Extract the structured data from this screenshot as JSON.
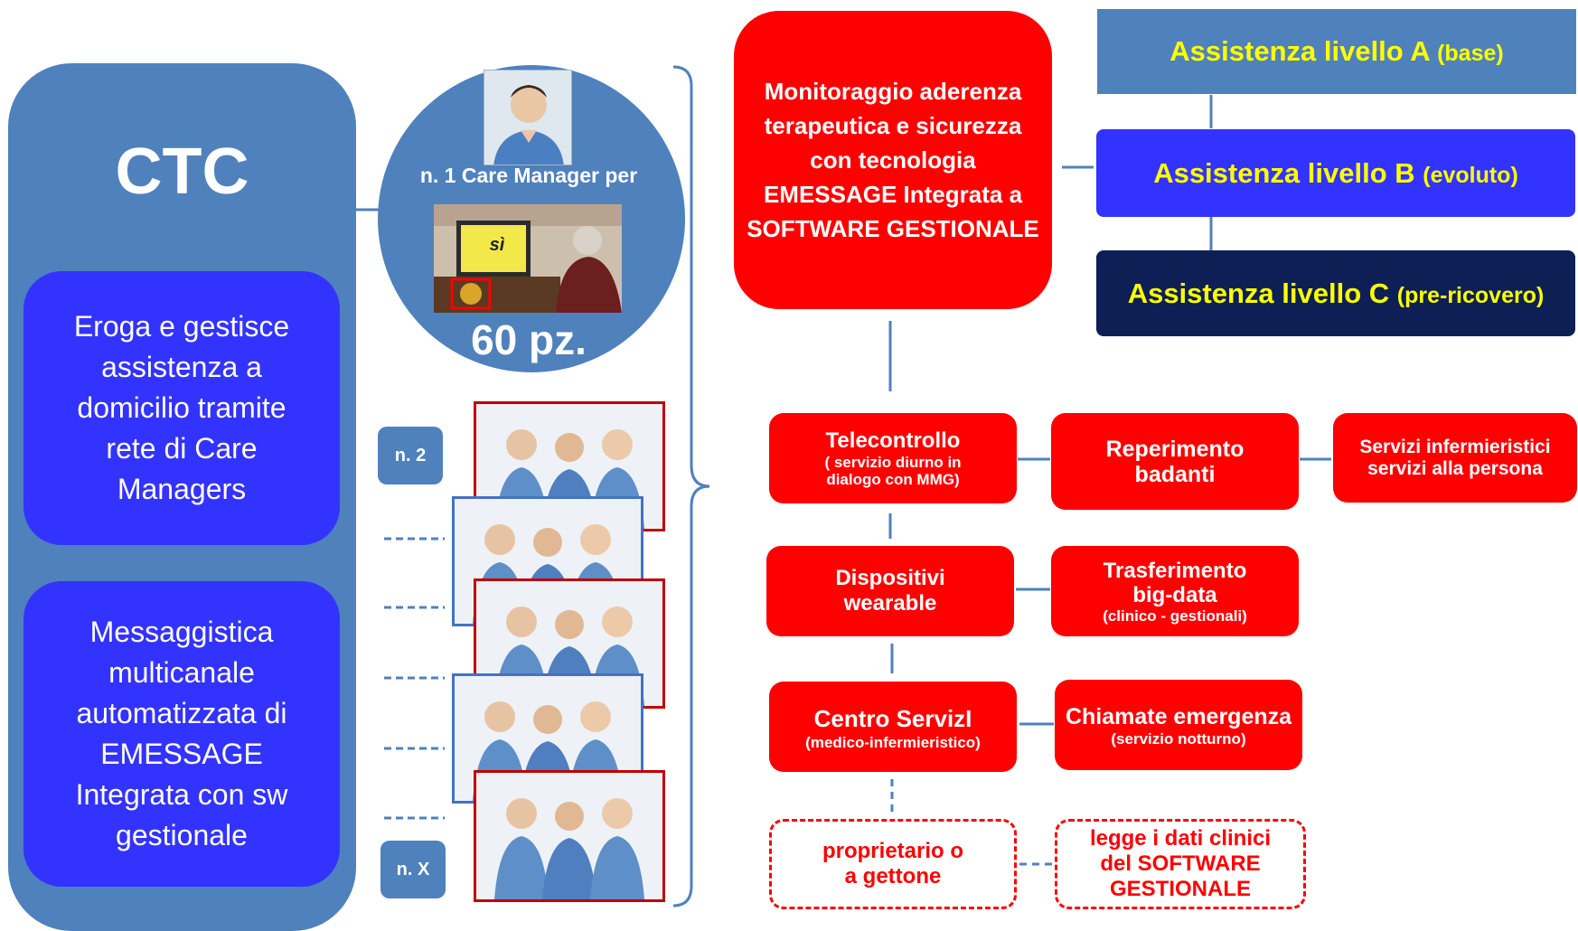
{
  "ctc": {
    "title": "CTC",
    "box1": "Eroga e gestisce assistenza a domicilio tramite rete di Care Managers",
    "box2": "Messaggistica multicanale automatizzata di EMESSAGE Integrata con sw gestionale"
  },
  "circle": {
    "caption": "n. 1 Care Manager per",
    "screen_text": "sì",
    "patients": "60 pz."
  },
  "teams": {
    "first_label": "n. 2",
    "last_label": "n. X"
  },
  "monitor": {
    "text": "Monitoraggio aderenza terapeutica e sicurezza con tecnologia EMESSAGE Integrata a SOFTWARE GESTIONALE"
  },
  "levels": [
    {
      "title": "Assistenza livello A",
      "note": "(base)",
      "bg": "#4f81bd"
    },
    {
      "title": "Assistenza livello B",
      "note": "(evoluto)",
      "bg": "#3333ff"
    },
    {
      "title": "Assistenza livello C",
      "note": "(pre-ricovero)",
      "bg": "#0d1f55"
    }
  ],
  "services": {
    "telecontrollo": {
      "title": "Telecontrollo",
      "sub": "( servizio diurno in dialogo con MMG)"
    },
    "badanti": {
      "title": "Reperimento badanti"
    },
    "infermieristici": {
      "title": "Servizi infermieristici servizi alla persona"
    },
    "wearable": {
      "title": "Dispositivi wearable"
    },
    "bigdata": {
      "title": "Trasferimento big-data",
      "sub": "(clinico - gestionali)"
    },
    "centro": {
      "title": "Centro ServizI",
      "sub": "(medico-infermieristico)"
    },
    "emergenza": {
      "title": "Chiamate emergenza",
      "sub": "(servizio notturno)"
    },
    "proprietario": {
      "title": "proprietario o a gettone"
    },
    "legge": {
      "title": "legge i dati clinici del SOFTWARE GESTIONALE"
    }
  },
  "colors": {
    "accent_red": "#ff0000",
    "panel_blue": "#4f81bd",
    "box_blue": "#3333ff",
    "level_text": "#ffff00"
  }
}
